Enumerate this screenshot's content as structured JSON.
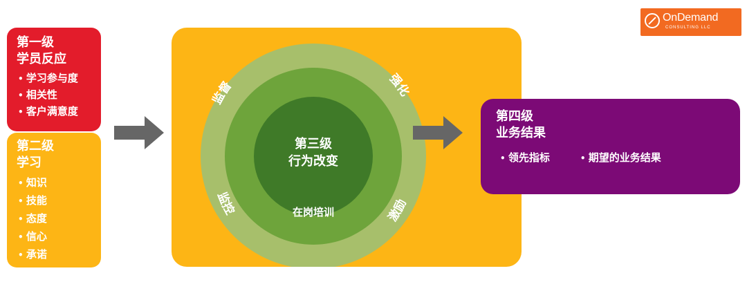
{
  "level1": {
    "title": "第一级",
    "subtitle": "学员反应",
    "items": [
      "学习参与度",
      "相关性",
      "客户满意度"
    ]
  },
  "level2": {
    "title": "第二级",
    "subtitle": "学习",
    "items": [
      "知识",
      "技能",
      "态度",
      "信心",
      "承诺"
    ]
  },
  "level3": {
    "title": "第三级",
    "subtitle": "行为改变",
    "inner_label": "在岗培训",
    "ring_labels": [
      "监督",
      "强化",
      "激励",
      "监控"
    ]
  },
  "level4": {
    "title": "第四级",
    "subtitle": "业务结果",
    "items": [
      "领先指标",
      "期望的业务结果"
    ]
  },
  "logo": {
    "name": "OnDemand",
    "sub": "CONSULTING LLC"
  },
  "colors": {
    "red": "#e31c2b",
    "orange": "#fdb515",
    "purple": "#7c0a76",
    "ring_light": "#a7bf6b",
    "ring_mid": "#6ea43b",
    "ring_dark": "#3f7a28",
    "arrow": "#666666",
    "logo_bg": "#f26a21"
  }
}
